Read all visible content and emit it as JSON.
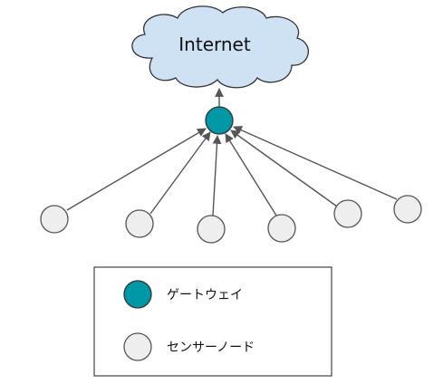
{
  "cloud": {
    "label": "Internet",
    "fill": "#cfe2f3",
    "stroke": "#333333"
  },
  "gateway": {
    "fill": "#0097a7",
    "stroke": "#333333"
  },
  "sensor": {
    "fill": "#eeeeee",
    "stroke": "#555555"
  },
  "legend": {
    "gateway_label": "ゲートウェイ",
    "sensor_label": "センサーノード"
  },
  "edge_color": "#555555",
  "sensor_count": 6
}
